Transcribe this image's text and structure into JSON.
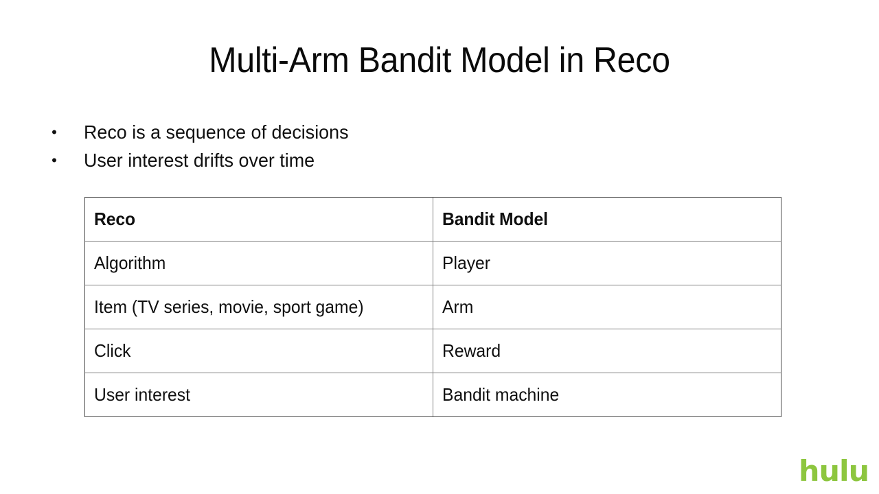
{
  "slide": {
    "title": "Multi-Arm Bandit Model in Reco",
    "bullets": [
      {
        "marker": "•",
        "text": "Reco is a sequence of decisions"
      },
      {
        "marker": "•",
        "text": "User interest drifts over time"
      }
    ],
    "table": {
      "headers": [
        "Reco",
        "Bandit Model"
      ],
      "rows": [
        [
          "Algorithm",
          "Player"
        ],
        [
          "Item (TV series, movie, sport game)",
          "Arm"
        ],
        [
          "Click",
          "Reward"
        ],
        [
          "User interest",
          "Bandit machine"
        ]
      ]
    },
    "brand": {
      "name": "hulu",
      "color": "#8dc63f"
    },
    "colors": {
      "background": "#ffffff",
      "text": "#0f0f0f",
      "table_border": "#7f7f7f",
      "table_outer_border": "#4a4a4a",
      "brand_green": "#8dc63f"
    }
  }
}
